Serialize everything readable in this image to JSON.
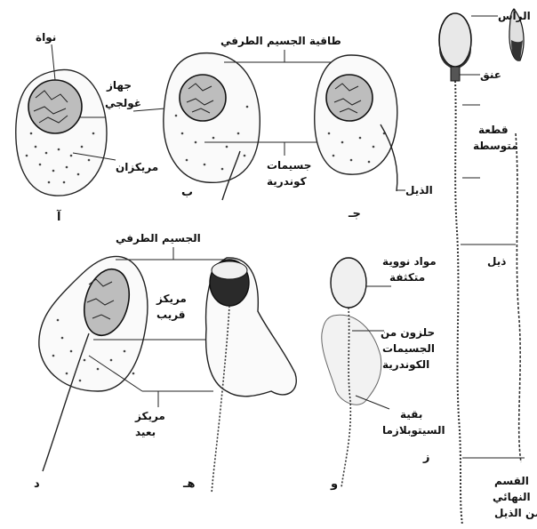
{
  "labels": {
    "nucleus": "نواة",
    "golgi": "جهاز\nغولجي",
    "centrioles": "مريكزان",
    "acrosome_cap": "طاقية الجسيم الطرفي",
    "mitochondria": "جسيمات\nكوندرية",
    "tail": "الذيل",
    "head": "الرأس",
    "neck": "عنق",
    "middle_piece": "قطعة\nمتوسطة",
    "tail2": "ذيل",
    "acrosome": "الجسيم الطرفي",
    "proximal_centriole": "مريكز\nقريب",
    "distal_centriole": "مريكز\nبعيد",
    "condensed_nuclear": "مواد نووية\nمتكثفة",
    "mito_spiral": "حلزون من\nالجسيمات\nالكوندرية",
    "cytoplasm_remnant": "بقية\nالسيتوبلازما",
    "end_piece": "القسم\nالنهائي\nمن الذيل"
  },
  "stage_letters": {
    "a": "آ",
    "b": "ب",
    "c": "جـ",
    "d": "د",
    "e": "هـ",
    "f": "و",
    "g": "ز"
  }
}
